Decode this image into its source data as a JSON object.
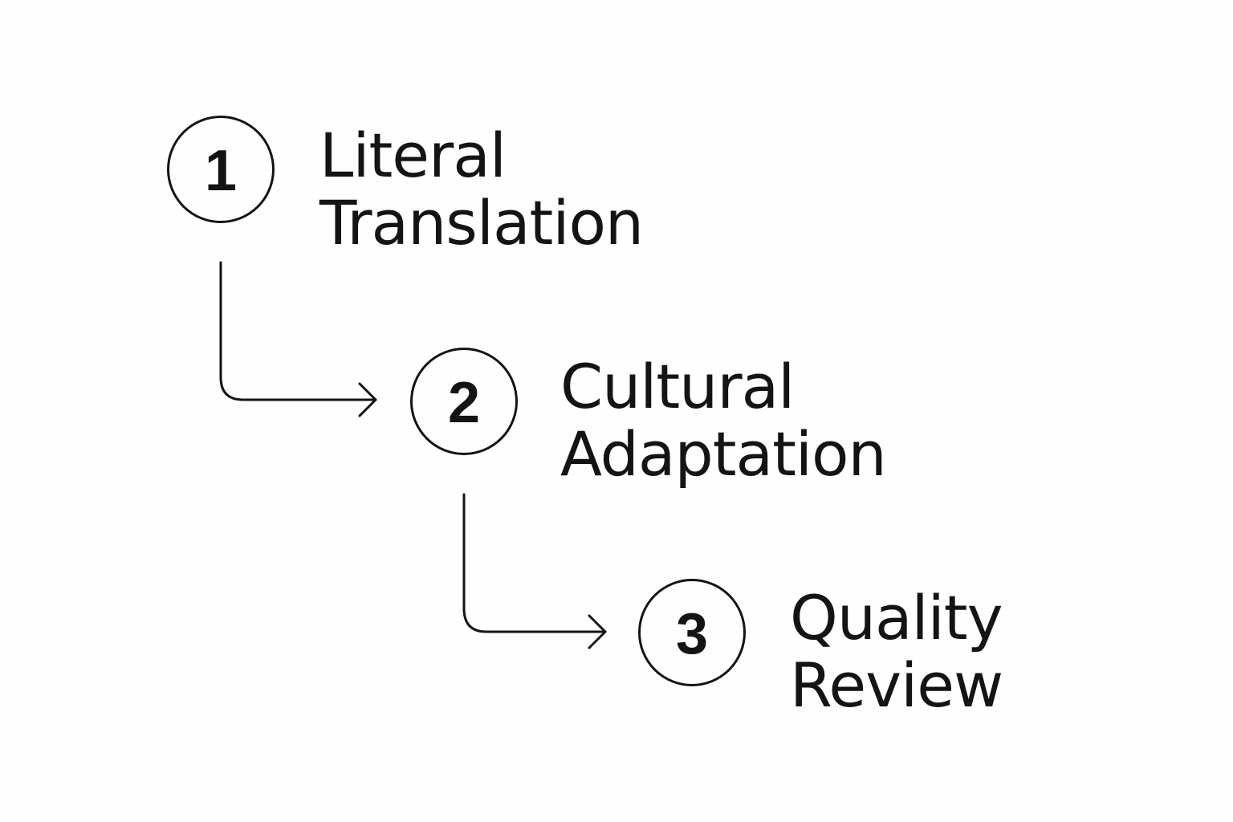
{
  "steps": [
    {
      "number": "1",
      "line1": "Literal",
      "line2": "Translation"
    },
    {
      "number": "2",
      "line1": "Cultural",
      "line2": "Adaptation"
    },
    {
      "number": "3",
      "line1": "Quality",
      "line2": "Review"
    }
  ],
  "colors": {
    "ink": "#141414",
    "background": "#fefefe"
  }
}
